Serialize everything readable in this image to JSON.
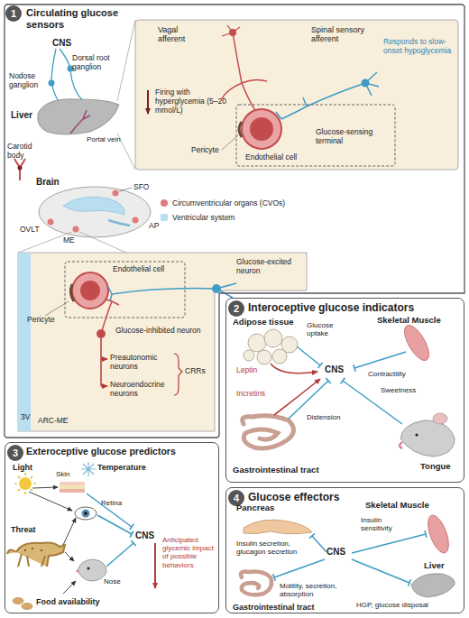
{
  "diagram": {
    "nodes": [
      {
        "text": [
          "Circulating glucose sensors"
        ]
      },
      {
        "text": [
          "1"
        ],
        "in": 0
      },
      {
        "text": [
          "Interoceptive glucose indicators"
        ]
      },
      {
        "text": [
          "2"
        ],
        "in": 2
      },
      {
        "text": [
          "Exteroceptive glucose predictors"
        ]
      },
      {
        "text": [
          "3"
        ],
        "in": 4
      },
      {
        "text": [
          "Glucose effectors"
        ]
      },
      {
        "text": [
          "4"
        ],
        "in": 6
      }
    ],
    "labels": [
      "CNS",
      "Dorsal root ganglion",
      "Nodose ganglion",
      "Liver",
      "Portal vein",
      "Carotid body",
      "Vagal afferent",
      "Spinal sensory afferent",
      "Responds to slow-onset hypoglycemia",
      "Firing with hyperglycemia (5–20 mmol/L)",
      "Glucose-sensing terminal",
      "Pericyte",
      "Endothelial cell",
      "Brain",
      "SFO",
      "OVLT",
      "ME",
      "AP",
      "Endothelial cell",
      "Glucose-excited neuron",
      "Pericyte",
      "Glucose-inhibited neuron",
      "Preautonomic neurons",
      "Neuroendocrine neurons",
      "CRRs",
      "3V",
      "ARC-ME",
      "Adipose tissue",
      "Glucose uptake",
      "Skeletal Muscle",
      "Leptin",
      "CNS",
      "Contractility",
      "Incretins",
      "Distension",
      "Sweetness",
      "Gastrointestinal tract",
      "Tongue",
      "Light",
      "Temperature",
      "Skin",
      "Retina",
      "Threat",
      "CNS",
      "Nose",
      "Anticipated glycemic impact of possible behaviors",
      "Food availability",
      "Pancreas",
      "Insulin secretion, glucagon secretion",
      "Skeletal Muscle",
      "Insulin sensitivity",
      "CNS",
      "Gastrointestinal tract",
      "Motility, secretion, absorption",
      "Liver",
      "HGP, glucose disposal"
    ],
    "legend": [
      {
        "text": "Circumventricular organs (CVOs)",
        "color": "#e07b7b"
      },
      {
        "text": "Ventricular system",
        "color": "#b9def0"
      }
    ]
  }
}
